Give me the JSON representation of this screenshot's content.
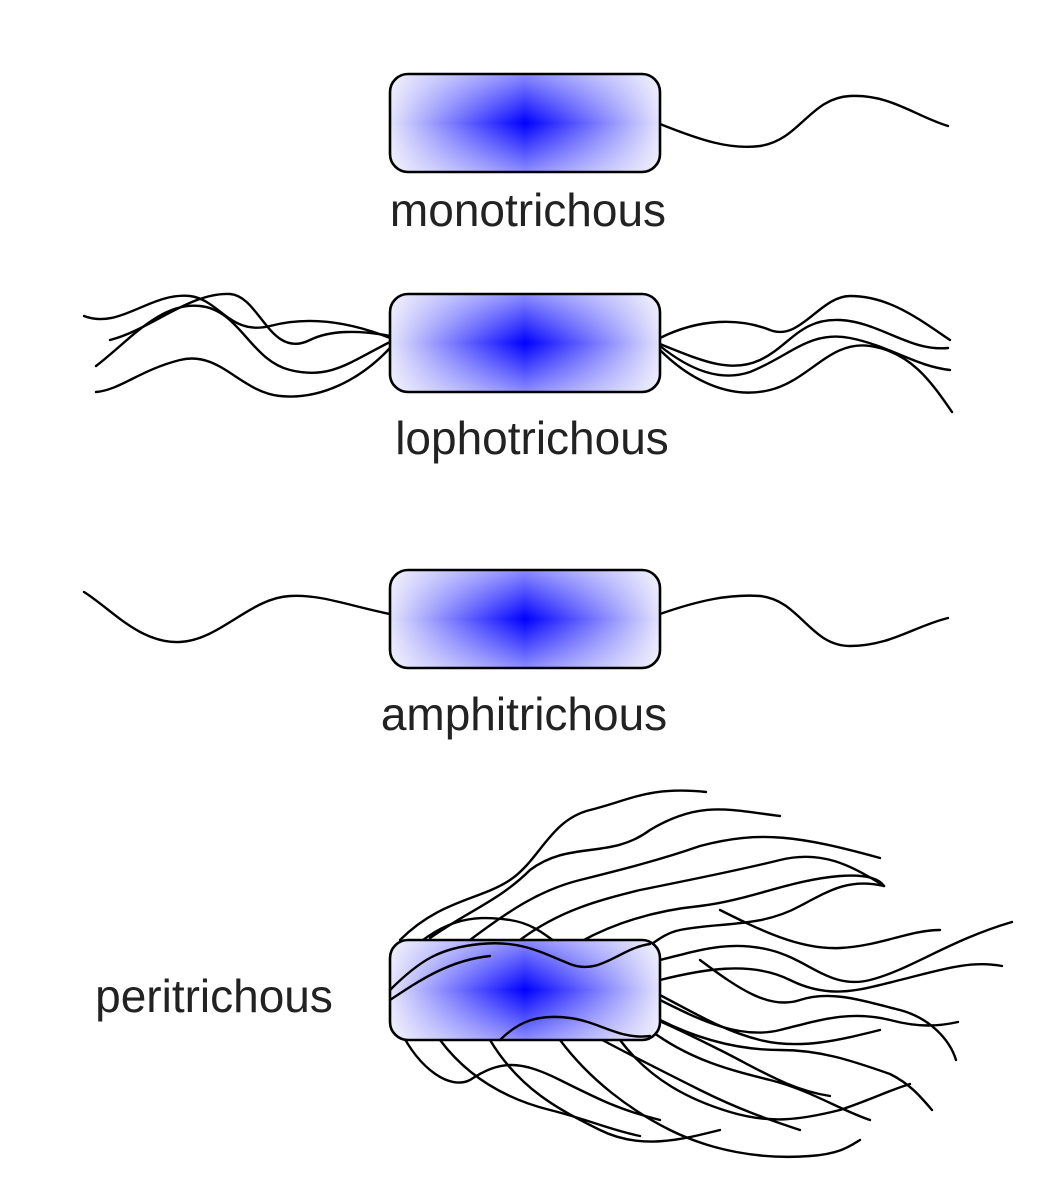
{
  "diagram": {
    "colors": {
      "cell_center": "#0000ff",
      "cell_edge": "#e4e4fb",
      "outline": "#000000",
      "label": "#222222",
      "background": "#ffffff"
    },
    "types": [
      {
        "id": "mono",
        "label": "monotrichous"
      },
      {
        "id": "lopho",
        "label": "lophotrichous"
      },
      {
        "id": "amphi",
        "label": "amphitrichous"
      },
      {
        "id": "peri",
        "label": "peritrichous"
      }
    ]
  }
}
